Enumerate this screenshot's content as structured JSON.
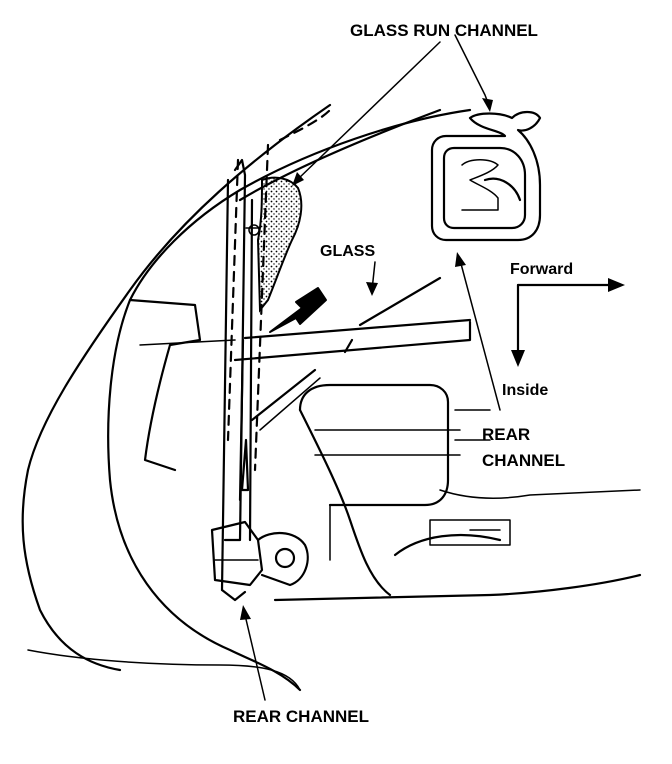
{
  "labels": {
    "glass_run_channel": "GLASS RUN CHANNEL",
    "glass": "GLASS",
    "forward": "Forward",
    "inside": "Inside",
    "rear_channel_right_line1": "REAR",
    "rear_channel_right_line2": "CHANNEL",
    "rear_channel_bottom": "REAR CHANNEL"
  },
  "icons": [
    "arrow-icon",
    "forward-direction-icon",
    "inside-direction-icon"
  ]
}
